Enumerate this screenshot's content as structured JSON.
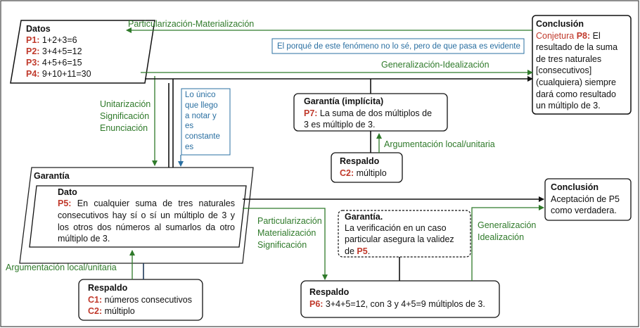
{
  "datos": {
    "title": "Datos",
    "items": [
      {
        "tag": "P1:",
        "text": " 1+2+3=6"
      },
      {
        "tag": "P2:",
        "text": " 3+4+5=12"
      },
      {
        "tag": "P3:",
        "text": " 4+5+6=15"
      },
      {
        "tag": "P4:",
        "text": " 9+10+11=30"
      }
    ]
  },
  "arrows": {
    "particularizacion_top": "Particularización-Materialización",
    "generalizacion_top": "Generalización-Idealización",
    "unitarizacion": [
      "Unitarización",
      "Significación",
      "Enunciación"
    ],
    "argumentacion_right": "Argumentación local/unitaria",
    "argumentacion_left": "Argumentación local/unitaria",
    "particularizacion_mid": [
      "Particularización",
      "Materialización",
      "Significación"
    ],
    "generalizacion_right": [
      "Generalización",
      "Idealización"
    ]
  },
  "quote_top": "El porqué de este fenómeno no lo sé, pero de que pasa es evidente",
  "quote_left": [
    "Lo único",
    "que llego",
    "a notar y",
    "es",
    "constante",
    "es"
  ],
  "conclusion_top": {
    "title": "Conclusión",
    "tag_prefix": "Conjetura ",
    "tag": "P8:",
    "lines": [
      " El",
      "resultado de la suma",
      "de tres naturales",
      "[consecutivos]",
      "(cualquiera) siempre",
      "dará como resultado",
      "un múltiplo de 3."
    ]
  },
  "garantia_implicita": {
    "title": "Garantía (implícita)",
    "tag": "P7:",
    "line1": " La suma de dos múltiplos de",
    "line2": "3 es múltiplo de 3."
  },
  "respaldo_top": {
    "title": "Respaldo",
    "tag": "C2:",
    "text": " múltiplo"
  },
  "garantia": {
    "title": "Garantía",
    "dato_title": "Dato",
    "tag": "P5:",
    "text": "En cualquier suma de tres naturales consecutivos hay sí o sí un múltiplo de 3 y los otros dos números al sumarlos da otro múltiplo de 3."
  },
  "garantia_dashed": {
    "title": "Garantía.",
    "lines": [
      "La verificación en un caso",
      "particular asegura la validez"
    ],
    "tag_prefix": "de ",
    "tag": "P5",
    "suffix": "."
  },
  "conclusion_right": {
    "title": "Conclusión",
    "lines": [
      "Aceptación de P5",
      "como verdadera."
    ]
  },
  "respaldo_left": {
    "title": "Respaldo",
    "items": [
      {
        "tag": "C1:",
        "text": " números consecutivos"
      },
      {
        "tag": "C2:",
        "text": " múltiplo"
      }
    ]
  },
  "respaldo_bottom": {
    "title": "Respaldo",
    "tag": "P6:",
    "text": " 3+4+5=12, con 3 y 4+5=9 múltiplos de 3."
  },
  "colors": {
    "green": "#2f7a2a",
    "red": "#c0392b",
    "blue": "#2a6fa1"
  }
}
